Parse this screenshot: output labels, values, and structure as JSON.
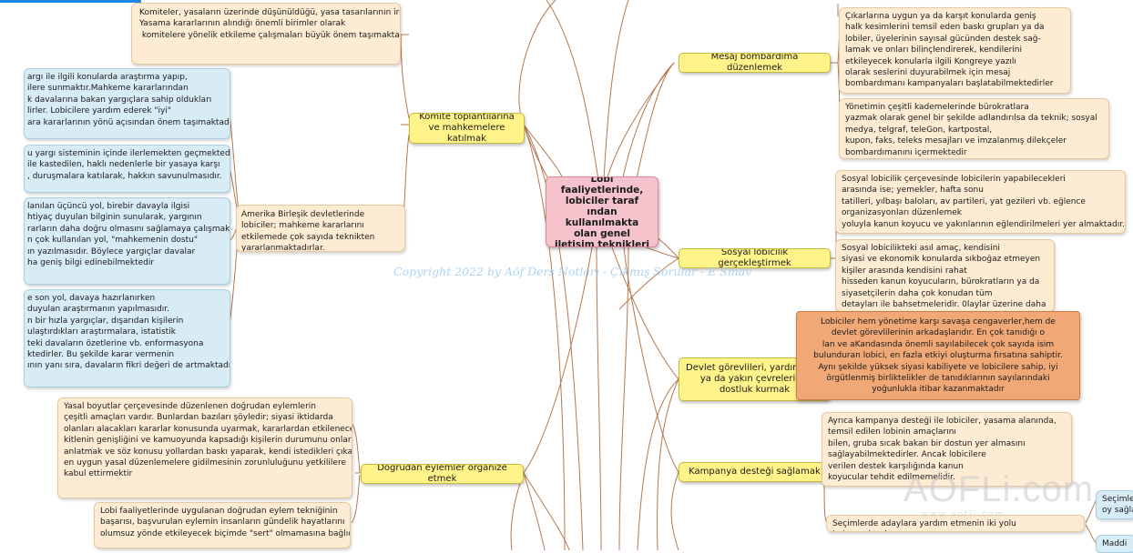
{
  "central": {
    "text": "Lobi faaliyetlerinde, lobiciler taraf ından kullanılmakta olan genel iletişim teknikleri"
  },
  "watermark": "Copyright 2022 by Aöf Ders Notları - Çıkmış Sorular - E Sınav",
  "logo": "AÖFLi.com",
  "logo_sub": "www.aofli.com",
  "left": {
    "komite": {
      "label": "Komite toplantılarına ve mahkemelere katılmak",
      "note1": "Komiteler, yasaların üzerinde düşünüldüğü, yasa tasarılarının irdelendiği güç merkezlerini oluşturur.\nYasama kararlarının alındığı önemli birimler olarak\n komitelere yönelik etkileme çalışmaları büyük önem taşımaktadır",
      "amerika": "Amerika Birleşik devletlerinde lobiciler; mahkeme kararlarını etkilemede çok sayıda teknikten yararlanmaktadırlar.",
      "blue1": "argı ile ilgili konularda araştırma yapıp,\nilere sunmaktır.Mahkeme kararlarından\nk davalarına bakan yargıçlara sahip oldukları\nlirler. Lobicilere yardım ederek \"iyi\"\nara kararlarının yönü açısından önem taşımaktadır.",
      "blue2": "u yargı sisteminin içinde ilerlemekten geçmektedir.\nile kastedilen, haklı nedenlerle bir yasaya karşı\n, duruşmalara katılarak, hakkın savunulmasıdır.",
      "blue3": "lanılan üçüncü yol, birebir davayla ilgisi\nhtiyaç duyulan bilginin sunularak, yargının\nrarların daha doğru olmasını sağlamaya çalışmaktır.\nn çok kullanılan yol, \"mahkemenin dostu\"\nın yazılmasıdır. Böylece yargıçlar davalar\nha geniş bilgi edinebilmektedir",
      "blue4": "e son yol, davaya hazırlanırken\nduyulan araştırmanın yapılmasıdır.\nn bir hızla yargıçlar, dışarıdan kişilerin\nulaştırdıkları araştırmalara, istatistik\nteki davaların özetlerine vb. enformasyona\nktedirler. Bu şekilde karar vermenin\nının yanı sıra, davaların fikri değeri de artmaktadır."
    },
    "dogrudan": {
      "label": "Doğrudan eylemler organize etmek",
      "note1": "Yasal boyutlar çerçevesinde düzenlenen doğrudan eylemlerin\nçeşitli amaçları vardır. Bunlardan bazıları şöyledir; siyasi iktidarda\nolanları alacakları kararlar konusunda uyarmak, kararlardan etkilenecek\nkitlenin genişliğini ve kamuoyunda kapsadığı kişilerin durumunu onlara\nanlatmak ve söz konusu yollardan baskı yaparak, kendi istedikleri çıkarlara\nen uygun yasal düzenlemelere gidilmesinin zorunluluğunu yetkililere\nkabul ettirmektir",
      "note2": "Lobi faaliyetlerinde uygulanan doğrudan eylem tekniğinin\nbaşarısı, başvurulan eylemin insanların gündelik hayatlarını\nolumsuz yönde etkileyecek biçimde \"sert\" olmamasına bağlıdır."
    }
  },
  "right": {
    "mesaj": {
      "label": "Mesaj bombardıma düzenlemek",
      "note1": "Çıkarlarına uygun ya da karşıt konularda geniş\nhalk kesimlerini temsil eden baskı grupları ya da\nlobiler, üyelerinin sayısal gücünden destek sağ-\nlamak ve onları bilinçlendirerek, kendilerini\netkileyecek konularla ilgili Kongreye yazılı\nolarak seslerini duyurabilmek için mesaj\nbombardımanı kampanyaları başlatabilmektedirler",
      "note2": "Yönetimin çeşitli kademelerinde bürokratlara\nyazmak olarak genel bir şekilde adlandırılsa da teknik; sosyal\nmedya, telgraf, teleGon, kartpostal,\nkupon, faks, teleks mesajları ve imzalanmış dilekçeler\nbombardımanını içermektedir"
    },
    "sosyal": {
      "label": "Sosyal lobicilik gerçekleştirmek",
      "note1": "Sosyal lobicilik çerçevesinde lobicilerin yapabilecekleri\narasında ise; yemekler, hafta sonu\ntatilleri, yılbaşı baloları, av partileri, yat gezileri vb. eğlence\norganizasyonları düzenlemek\nyoluyla kanun koyucu ve yakınlarının eğlendirilmeleri yer almaktadır.",
      "note2": "Sosyal lobicilikteki asıl amaç, kendisini\nsiyasi ve ekonomik konularda sıkboğaz etmeyen\nkişiler arasında kendisini rahat\nhisseden kanun koyucuların, bürokratların ya da\nsiyasetçilerin daha çok konudan tüm\ndetayları ile bahsetmeleridir. 0laylar üzerine daha"
    },
    "devlet": {
      "label": "Devlet görevlileri, yardımcıları ya da yakın çevreleriyle dostluk kurmak",
      "note1": "Lobiciler hem yönetime karşı savaşa cengaverler,hem de\ndevlet görevlilerinin arkadaşlarıdır. En çok tanıdığı o\nlan ve aKandasında önemli sayılabilecek çok sayıda isim\nbulunduran lobici, en fazla etkiyi oluşturma fırsatına sahiptir.\nAynı şekilde yüksek siyasi kabiliyete ve lobicilere sahip, iyi\nörgütlenmiş birliktelikler de tanıdıklarının sayılarındaki\nyoğunlukla itibar kazanmaktadır"
    },
    "kampanya": {
      "label": "Kampanya desteği sağlamak",
      "note1": "Ayrıca kampanya desteği ile lobiciler, yasama alanında,\ntemsil edilen lobinin amaçlarını\nbilen, gruba sıcak bakan bir dostun yer almasını\nsağlayabilmektedirler. Ancak lobicilere\nverilen destek karşılığında kanun\nkoyucular tehdit edilmemelidir.",
      "secim": "Seçimlerde adaylara yardım etmenin iki yolu bulunmaktadır",
      "side1": "Seçimle\noy sağla",
      "side2": "Maddi"
    }
  }
}
